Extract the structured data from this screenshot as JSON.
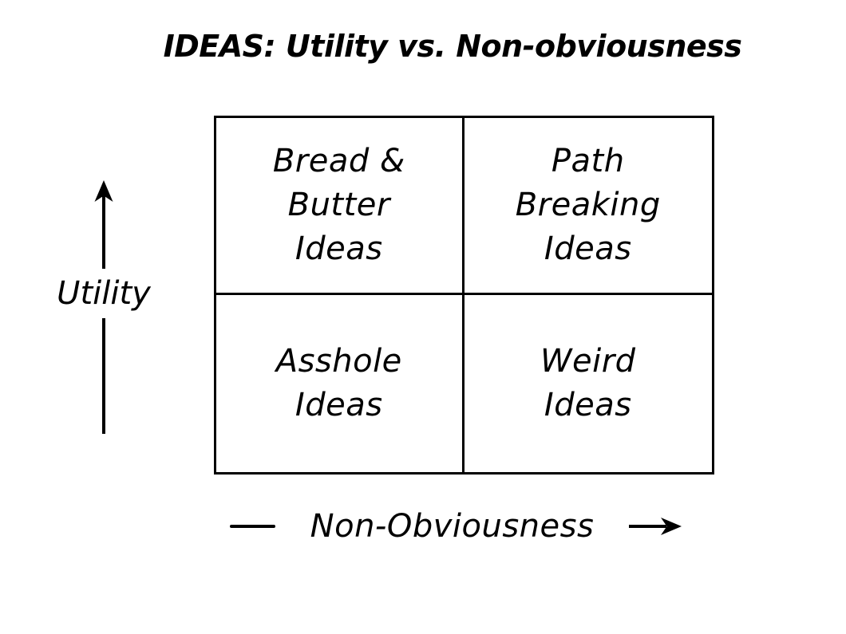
{
  "title": "IDEAS: Utility vs. Non-obviousness",
  "axes": {
    "y": {
      "label": "Utility",
      "direction": "up"
    },
    "x": {
      "label": "Non-Obviousness",
      "direction": "right"
    }
  },
  "quadrants": [
    {
      "position": "top-left",
      "label": "Bread &\nButter\nIdeas"
    },
    {
      "position": "top-right",
      "label": "Path\nBreaking\nIdeas"
    },
    {
      "position": "bottom-left",
      "label": "Asshole\nIdeas"
    },
    {
      "position": "bottom-right",
      "label": "Weird\nIdeas"
    }
  ],
  "colors": {
    "ink": "#000000",
    "background": "#ffffff"
  }
}
